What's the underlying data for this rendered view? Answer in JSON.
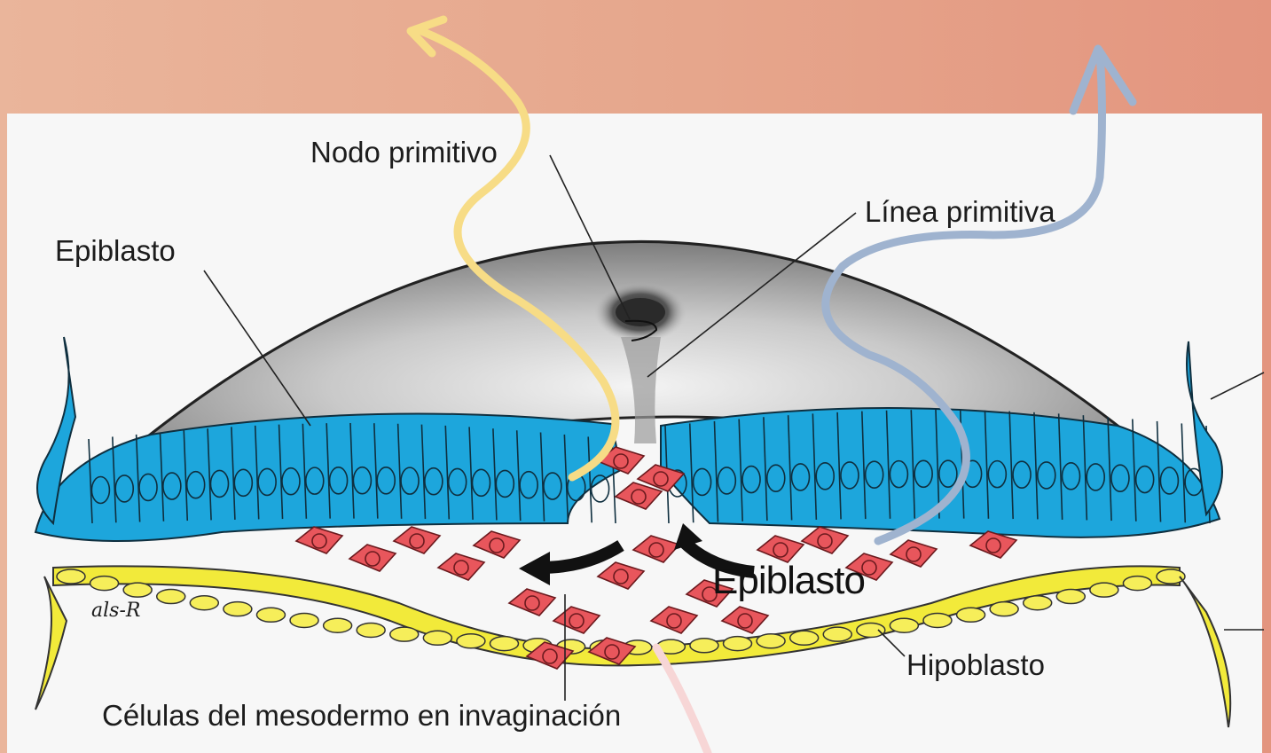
{
  "background": {
    "gradient_start": "#eab59b",
    "gradient_end": "#e3957f"
  },
  "diagram": {
    "labels": {
      "epiblasto_top": "Epiblasto",
      "nodo_primitivo": "Nodo primitivo",
      "linea_primitiva": "Línea primitiva",
      "hipoblasto": "Hipoblasto",
      "celulas_mesodermo": "Células del mesodermo en invaginación",
      "epiblasto_overlay": "Epiblasto",
      "signature": "als-R"
    },
    "colors": {
      "epiblast": "#1da6dc",
      "hypoblast": "#f2ea3a",
      "mesoderm": "#e8565c",
      "embryo_surface": "#8a8a8a",
      "yellow_arrow": "#f7dc86",
      "blue_arrow": "#9fb3cf",
      "pink_arrow": "#f7d6d6"
    }
  }
}
